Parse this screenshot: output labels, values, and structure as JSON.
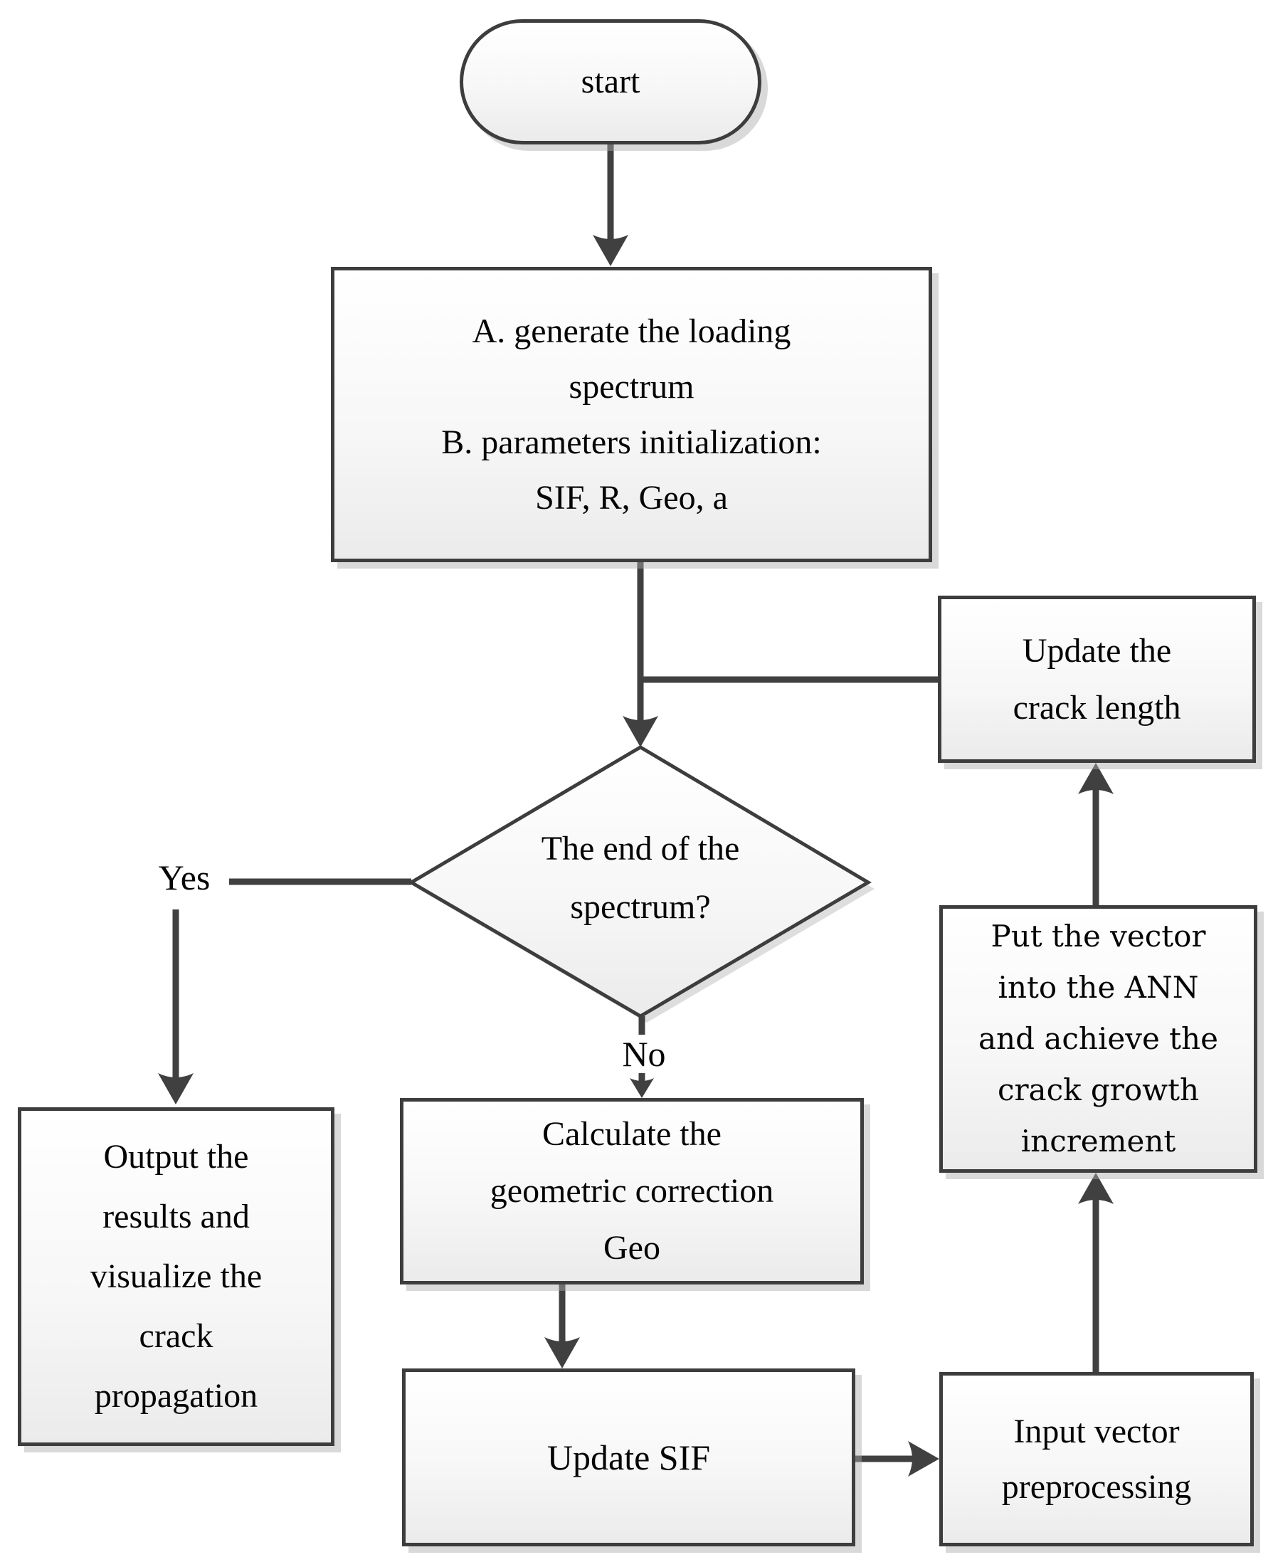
{
  "nodes": {
    "start": {
      "label": "start"
    },
    "init": {
      "lines": [
        "A. generate the loading",
        "spectrum",
        "B. parameters initialization:",
        "SIF, R, Geo, a"
      ]
    },
    "update_crack_length": {
      "lines": [
        "Update the",
        "crack length"
      ]
    },
    "decision_end_spectrum": {
      "lines": [
        "The end of the",
        "spectrum?"
      ]
    },
    "output_results": {
      "lines": [
        "Output the",
        "results and",
        "visualize the",
        "crack",
        "propagation"
      ]
    },
    "calculate_geo": {
      "lines": [
        "Calculate the",
        "geometric correction",
        "Geo"
      ]
    },
    "update_sif": {
      "label": "Update SIF"
    },
    "input_vector": {
      "lines": [
        "Input vector",
        "preprocessing"
      ]
    },
    "ann_increment": {
      "lines": [
        "Put the vector",
        "into the ANN",
        "and achieve the",
        "crack growth",
        "increment"
      ]
    }
  },
  "edge_labels": {
    "yes": "Yes",
    "no": "No"
  },
  "colors": {
    "connector": "#404040",
    "node_border": "#3d3d3d",
    "node_fill_top": "#ffffff",
    "node_fill_bottom": "#ebebeb",
    "shadow": "#aaaaaa",
    "text": "#050505",
    "background": "#ffffff"
  }
}
